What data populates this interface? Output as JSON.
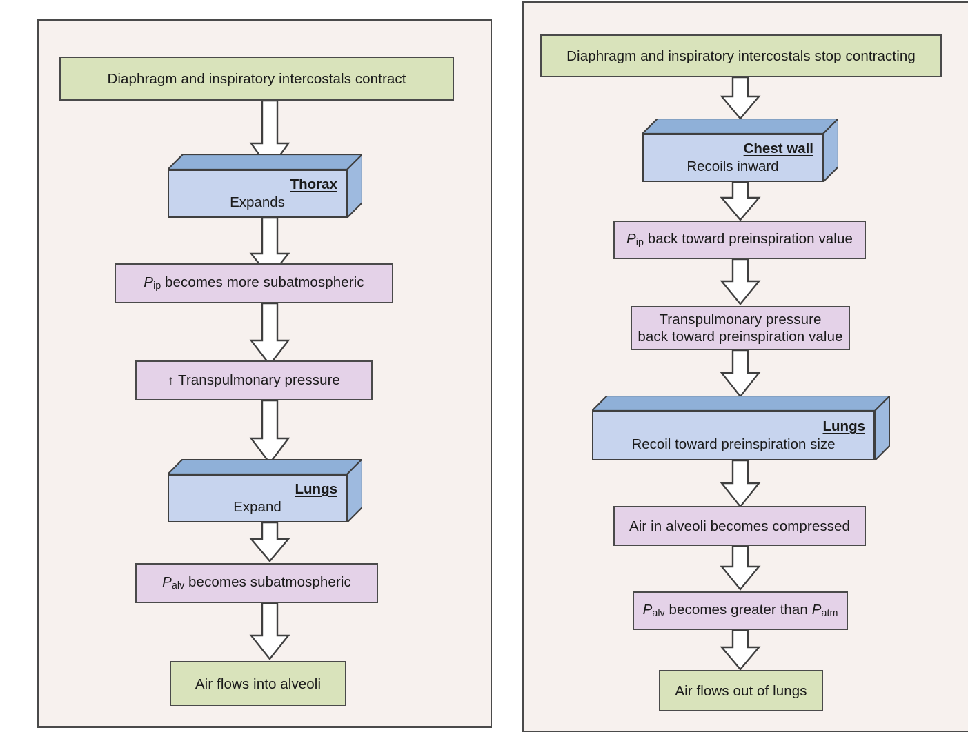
{
  "diagram": {
    "type": "flowchart",
    "title": "Inspiration and expiration mechanics flowchart",
    "colors": {
      "panel_background": "#f7f1ee",
      "panel_border": "#4a4a4a",
      "green_box": "#d9e3bb",
      "pink_box": "#e4d2e8",
      "box3d_front": "#c7d4ee",
      "box3d_top": "#8fb0d8",
      "box3d_side": "#9ebadf",
      "arrow_fill": "#ffffff",
      "arrow_stroke": "#3f3f3f",
      "text": "#1a1a1a"
    }
  },
  "left_panel": {
    "name": "inspiration-sequence",
    "nodes": [
      {
        "id": "l1",
        "kind": "green",
        "text": "Diaphragm and inspiratory intercostals contract"
      },
      {
        "id": "l2",
        "kind": "box3d",
        "title": "Thorax",
        "sub": "Expands"
      },
      {
        "id": "l3",
        "kind": "pink",
        "var": "P",
        "subscript": "ip",
        "rest": " becomes more subatmospheric",
        "text": "Pip becomes more subatmospheric"
      },
      {
        "id": "l4",
        "kind": "pink",
        "arrow_glyph": "↑",
        "text": "↑ Transpulmonary pressure",
        "rest": " Transpulmonary pressure"
      },
      {
        "id": "l5",
        "kind": "box3d",
        "title": "Lungs",
        "sub": "Expand"
      },
      {
        "id": "l6",
        "kind": "pink",
        "var": "P",
        "subscript": "alv",
        "rest": " becomes subatmospheric",
        "text": "Palv becomes subatmospheric"
      },
      {
        "id": "l7",
        "kind": "green",
        "text": "Air flows into alveoli"
      }
    ],
    "connectors": 6
  },
  "right_panel": {
    "name": "expiration-sequence",
    "nodes": [
      {
        "id": "r1",
        "kind": "green",
        "text": "Diaphragm and inspiratory intercostals stop contracting"
      },
      {
        "id": "r2",
        "kind": "box3d",
        "title": "Chest wall",
        "sub": "Recoils inward"
      },
      {
        "id": "r3",
        "kind": "pink",
        "var": "P",
        "subscript": "ip",
        "rest": " back toward preinspiration value",
        "text": "Pip back toward preinspiration value"
      },
      {
        "id": "r4",
        "kind": "pink",
        "line1": "Transpulmonary pressure",
        "line2": "back toward preinspiration value",
        "text": "Transpulmonary pressure back toward preinspiration value"
      },
      {
        "id": "r5",
        "kind": "box3d",
        "title": "Lungs",
        "sub": "Recoil toward preinspiration size"
      },
      {
        "id": "r6",
        "kind": "pink",
        "text": "Air in alveoli becomes compressed"
      },
      {
        "id": "r7",
        "kind": "pink",
        "var": "P",
        "subscript": "alv",
        "mid": " becomes greater than ",
        "var2": "P",
        "subscript2": "atm",
        "text": "Palv becomes greater than Patm"
      },
      {
        "id": "r8",
        "kind": "green",
        "text": "Air flows out of lungs"
      }
    ],
    "connectors": 7
  }
}
